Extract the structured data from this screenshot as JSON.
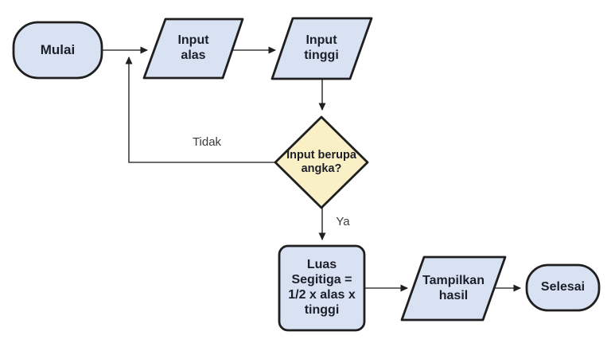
{
  "diagram": {
    "type": "flowchart",
    "nodes": {
      "start": {
        "label": "Mulai",
        "shape": "terminator"
      },
      "input_alas": {
        "label": "Input\nalas",
        "shape": "parallelogram-input"
      },
      "input_tinggi": {
        "label": "Input\ntinggi",
        "shape": "parallelogram-input"
      },
      "decision": {
        "label": "Input berupa\nangka?",
        "shape": "diamond-decision"
      },
      "process": {
        "label": "Luas\nSegitiga =\n1/2 x alas x\ntinggi",
        "shape": "process-rectangle"
      },
      "output": {
        "label": "Tampilkan\nhasil",
        "shape": "parallelogram-output"
      },
      "end": {
        "label": "Selesai",
        "shape": "terminator"
      }
    },
    "edge_labels": {
      "no": "Tidak",
      "yes": "Ya"
    },
    "colors": {
      "node_fill_blue": "#D9E2F3",
      "node_fill_yellow": "#FAF0C6",
      "node_stroke": "#1F1F1F",
      "connector": "#3D3D3D",
      "arrowhead": "#1F1F1F",
      "label_text": "#1B1F29",
      "edge_label_text": "#3C3C3C",
      "background": "#FFFFFF"
    }
  }
}
